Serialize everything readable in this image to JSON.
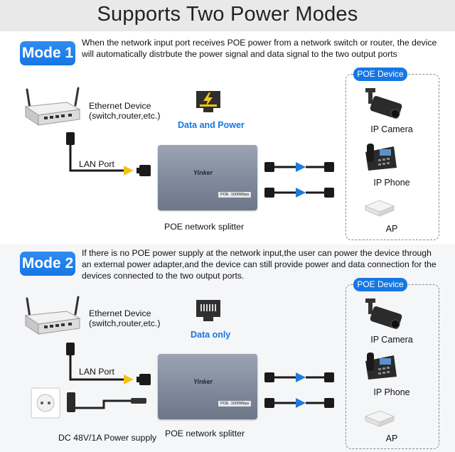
{
  "title": "Supports Two Power Modes",
  "colors": {
    "accent": "#1677e4",
    "arrow_yellow": "#f2c318",
    "title_band": "#e9e9e9",
    "splitter": "#7f8a9c"
  },
  "mode1": {
    "badge": "Mode 1",
    "description": "When the network input port receives POE power from a network switch or router, the device will automatically distrbute the power signal and data signal to the two output ports",
    "ethernet_line1": "Ethernet Device",
    "ethernet_line2": "(switch,router,etc.)",
    "lan_port": "LAN Port",
    "signal_label": "Data and Power",
    "signal_icon": "lightning-port-icon",
    "splitter_label": "POE network splitter"
  },
  "mode2": {
    "badge": "Mode 2",
    "description": "If there is no POE power supply at the network input,the user can power the device through an external power adapter,and the device can still provide power and data connection for the devices connected to the two output ports.",
    "ethernet_line1": "Ethernet Device",
    "ethernet_line2": "(switch,router,etc.)",
    "lan_port": "LAN Port",
    "signal_label": "Data only",
    "signal_icon": "ethernet-port-icon",
    "splitter_label": "POE network splitter",
    "power_label": "DC 48V/1A Power supply"
  },
  "splitter": {
    "brand": "Yinker",
    "tag_a": "POE",
    "tag_b": "1000Mbps"
  },
  "poe_panel": {
    "tag": "POE Device",
    "devices": [
      {
        "label": "IP Camera",
        "icon": "ip-camera-icon"
      },
      {
        "label": "IP Phone",
        "icon": "ip-phone-icon"
      },
      {
        "label": "AP",
        "icon": "access-point-icon"
      }
    ]
  }
}
